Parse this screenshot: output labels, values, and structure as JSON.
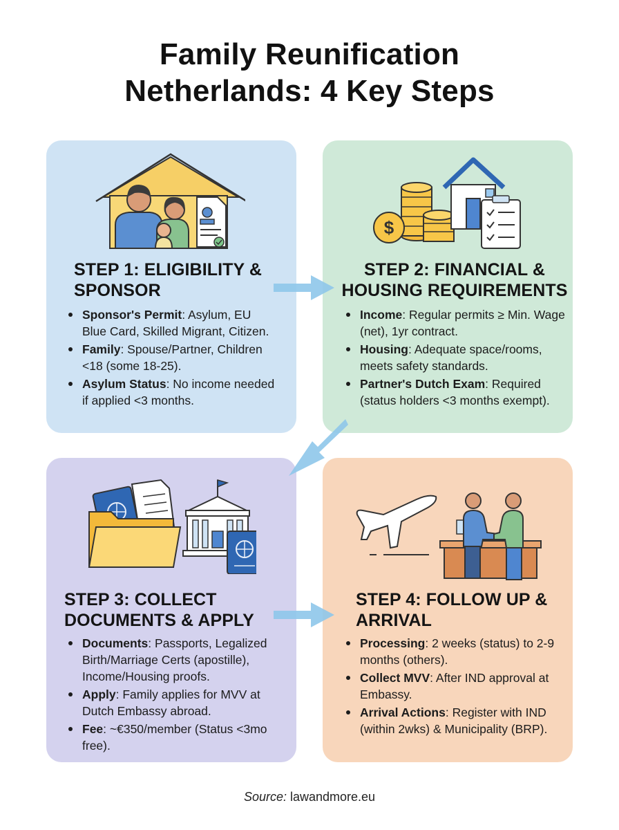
{
  "title": {
    "line1": "Family Reunification",
    "line2": "Netherlands: 4 Key Steps"
  },
  "steps": [
    {
      "title_line1": "STEP 1: ELIGIBILITY &",
      "title_line2": "SPONSOR",
      "bullets": [
        {
          "label": "Sponsor's Permit",
          "text": ": Asylum, EU Blue Card, Skilled Migrant, Citizen."
        },
        {
          "label": "Family",
          "text": ": Spouse/Partner, Children <18 (some 18-25)."
        },
        {
          "label": "Asylum Status",
          "text": ": No income needed if applied <3 months."
        }
      ]
    },
    {
      "title_line1": "STEP 2: FINANCIAL &",
      "title_line2": "HOUSING REQUIREMENTS",
      "bullets": [
        {
          "label": "Income",
          "text": ": Regular permits ≥ Min. Wage (net), 1yr contract."
        },
        {
          "label": "Housing",
          "text": ": Adequate space/rooms, meets safety standards."
        },
        {
          "label": "Partner's Dutch Exam",
          "text": ": Required (status holders <3 months exempt)."
        }
      ]
    },
    {
      "title_line1": "STEP 3: COLLECT",
      "title_line2": "DOCUMENTS & APPLY",
      "bullets": [
        {
          "label": "Documents",
          "text": ": Passports, Legalized Birth/Marriage Certs (apostille), Income/Housing proofs."
        },
        {
          "label": "Apply",
          "text": ": Family applies for MVV at Dutch Embassy abroad."
        },
        {
          "label": "Fee",
          "text": ": ~€350/member (Status <3mo free)."
        }
      ]
    },
    {
      "title_line1": "STEP 4: FOLLOW UP &",
      "title_line2": "ARRIVAL",
      "bullets": [
        {
          "label": "Processing",
          "text": ": 2 weeks (status) to 2-9 months (others)."
        },
        {
          "label": "Collect MVV",
          "text": ": After IND approval at Embassy."
        },
        {
          "label": "Arrival Actions",
          "text": ": Register with IND (within 2wks) & Municipality (BRP)."
        }
      ]
    }
  ],
  "source": {
    "label": "Source:",
    "value": " lawandmore.eu"
  },
  "colors": {
    "step1_bg": "#cfe3f4",
    "step2_bg": "#cfe9d8",
    "step3_bg": "#d4d2ee",
    "step4_bg": "#f8d6bb",
    "arrow": "#8ec7ea"
  },
  "icons": {
    "step1": [
      "house-outline-icon",
      "family-icon",
      "id-document-icon"
    ],
    "step2": [
      "coin-stack-icon",
      "dollar-coin-icon",
      "house-icon",
      "checklist-clipboard-icon"
    ],
    "step3": [
      "folder-icon",
      "passport-icon",
      "documents-icon",
      "embassy-building-icon"
    ],
    "step4": [
      "airplane-icon",
      "handshake-people-icon",
      "reception-desk-icon"
    ]
  }
}
